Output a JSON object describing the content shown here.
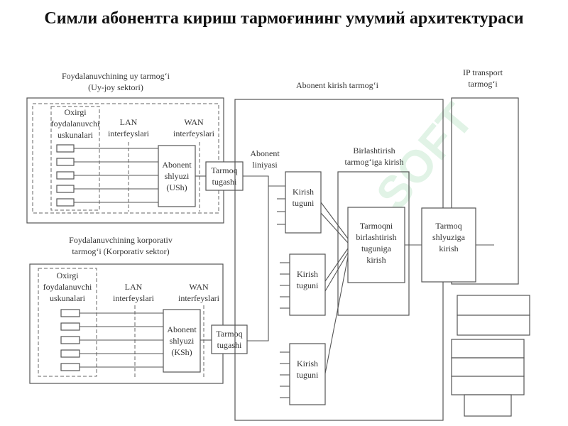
{
  "title": "Симли абонентга кириш тармоғининг умумий архитектураси",
  "watermark": "SOFT",
  "labels": {
    "home_net": [
      "Foydalanuvchining uy tarmog‘i",
      "(Uy-joy sektori)"
    ],
    "corp_net": [
      "Foydalanuvchining korporativ",
      "tarmog‘i (Korporativ sektor)"
    ],
    "access_net": "Abonent kirish tarmog‘i",
    "ip_net": [
      "IP transport",
      "tarmog‘i"
    ],
    "end_devices": [
      "Oxirgi",
      "foydalanuvchi",
      "uskunalari"
    ],
    "lan": [
      "LAN",
      "interfeyslari"
    ],
    "wan": [
      "WAN",
      "interfeyslari"
    ],
    "gw_home": [
      "Abonent",
      "shlyuzi",
      "(USh)"
    ],
    "gw_corp": [
      "Abonent",
      "shlyuzi",
      "(KSh)"
    ],
    "net_end": [
      "Tarmoq",
      "tugashi"
    ],
    "subscriber_line": [
      "Abonent",
      "liniyasi"
    ],
    "aggregation_access": [
      "Birlashtirish",
      "tarmog‘iga kirish"
    ],
    "access_node": [
      "Kirish",
      "tuguni"
    ],
    "aggregation_node": [
      "Tarmoqni",
      "birlashtirish",
      "tuguniga",
      "kirish"
    ],
    "gw_entry": [
      "Tarmoq",
      "shlyuziga",
      "kirish"
    ]
  },
  "colors": {
    "line": "#555555",
    "watermark": "#c9ebd3"
  }
}
